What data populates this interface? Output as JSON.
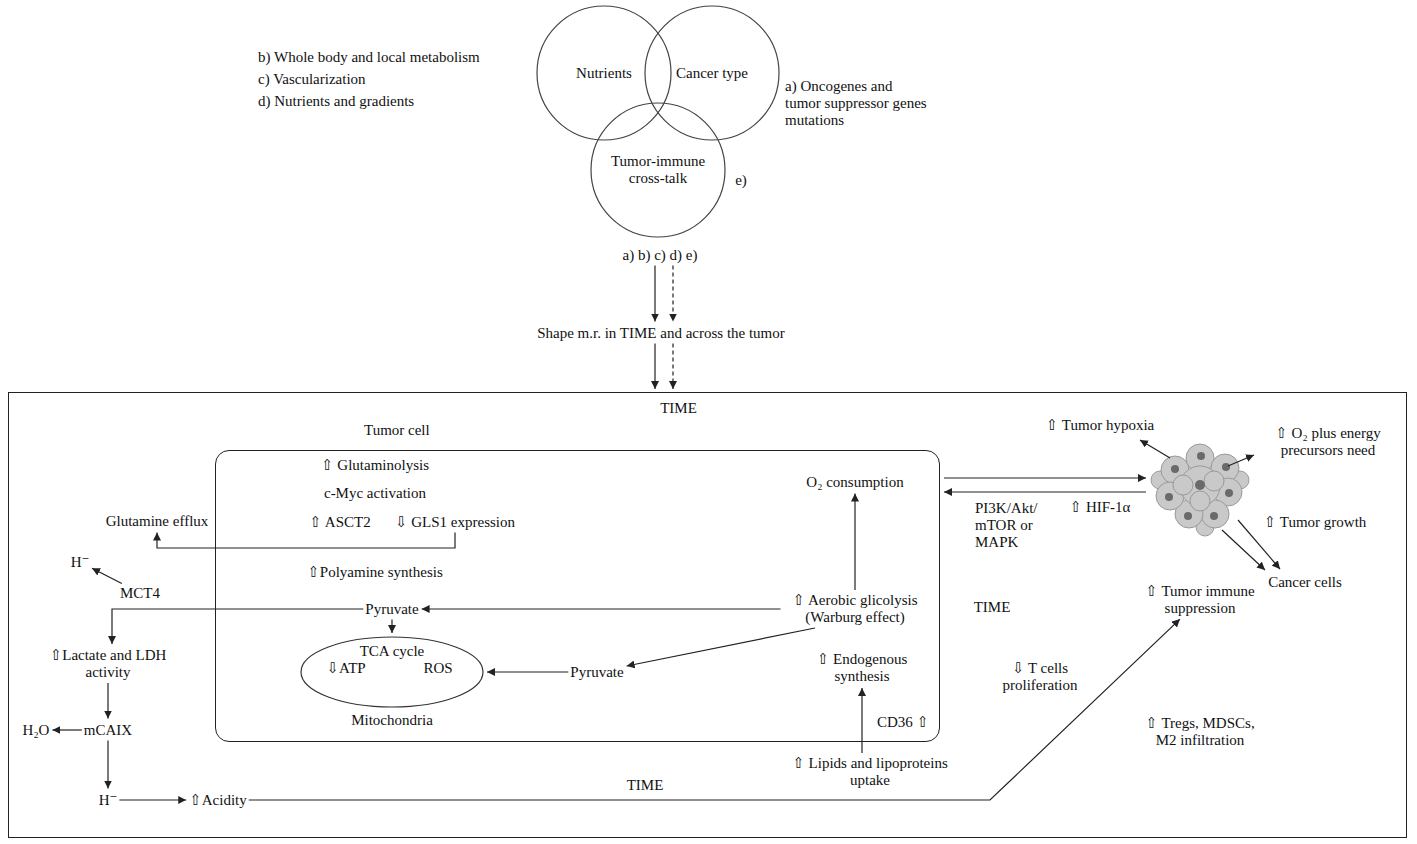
{
  "diagram": {
    "nodes": [
      {
        "text": [
          "Nutrients"
        ]
      },
      {
        "text": [
          "Cancer type"
        ]
      },
      {
        "text": [
          "Tumor-immune cross-talk"
        ]
      },
      {
        "text": [
          "a) b) c) d) e)"
        ]
      },
      {
        "text": [
          "Shape m.r. in TIME and across the tumor"
        ]
      },
      {
        "text": [
          "TIME"
        ]
      },
      {
        "text": [
          "Tumor cell"
        ],
        "in": 5
      },
      {
        "text": [
          "Glutamine efflux"
        ],
        "in": 5
      },
      {
        "text": [
          "⇩ GLS1 expression"
        ],
        "in": 6
      },
      {
        "text": [
          "H⁻"
        ],
        "in": 5
      },
      {
        "text": [
          "MCT4"
        ],
        "in": 5
      },
      {
        "text": [
          "Pyruvate"
        ],
        "in": 6
      },
      {
        "text": [
          "O₂ consumption"
        ],
        "in": 6
      },
      {
        "text": [
          "⇧ Aerobic glicolysis (Warburg effect)"
        ],
        "in": 6
      },
      {
        "text": [
          "⇧Lactate and LDH activity"
        ],
        "in": 5
      },
      {
        "text": [
          "TCA cycle",
          "⇩ATP",
          "ROS",
          "Mitochondria"
        ],
        "in": 6
      },
      {
        "text": [
          "Pyruvate"
        ],
        "in": 6
      },
      {
        "text": [
          "⇧ Endogenous synthesis"
        ],
        "in": 6
      },
      {
        "text": [
          "H₂O"
        ],
        "in": 5
      },
      {
        "text": [
          "mCAIX"
        ],
        "in": 5
      },
      {
        "text": [
          "⇧ Lipids and lipoproteins uptake"
        ],
        "in": 5
      },
      {
        "text": [
          "H⁻"
        ],
        "in": 5
      },
      {
        "text": [
          "⇧Acidity"
        ],
        "in": 5
      },
      {
        "text": [
          "⇧ Tumor immune suppression"
        ],
        "in": 5
      }
    ],
    "edges": [
      {
        "from": 3,
        "to": 4,
        "arrow": "to"
      },
      {
        "from": 3,
        "to": 4,
        "arrow": "to"
      },
      {
        "from": 4,
        "to": 5,
        "arrow": "to"
      },
      {
        "from": 4,
        "to": 5,
        "arrow": "to"
      },
      {
        "from": 8,
        "to": 7,
        "arrow": "to"
      },
      {
        "from": 10,
        "to": 9,
        "arrow": "to"
      },
      {
        "from": 13,
        "to": 11,
        "arrow": "to"
      },
      {
        "from": 11,
        "to": 14,
        "arrow": "to"
      },
      {
        "from": 11,
        "to": 15,
        "arrow": "to"
      },
      {
        "from": 13,
        "to": 12,
        "arrow": "to"
      },
      {
        "from": 13,
        "to": 16,
        "arrow": "to"
      },
      {
        "from": 16,
        "to": 15,
        "arrow": "to"
      },
      {
        "from": 20,
        "to": 17,
        "arrow": "to"
      },
      {
        "from": 14,
        "to": 19,
        "arrow": "to"
      },
      {
        "from": 19,
        "to": 18,
        "arrow": "to"
      },
      {
        "from": 19,
        "to": 21,
        "arrow": "to"
      },
      {
        "from": 21,
        "to": 22,
        "arrow": "to"
      },
      {
        "from": 22,
        "to": 23,
        "arrow": "to"
      }
    ],
    "labels": [
      "b) Whole body and local metabolism",
      "c) Vascularization",
      "d) Nutrients and gradients",
      "a) Oncogenes and tumor suppressor genes mutations",
      "e)",
      "⇧ Glutaminolysis",
      "c-Myc activation",
      "⇧ ASCT2",
      "⇧Polyamine synthesis",
      "CD36 ⇧",
      "TIME",
      "TIME",
      "PI3K/Akt/ mTOR or MAPK",
      "⇧ HIF-1α",
      "⇧ Tumor hypoxia",
      "⇧ O₂ plus energy precursors need",
      "⇧ Tumor growth",
      "Cancer cells",
      "⇩ T cells proliferation",
      "⇧ Tregs, MDSCs, M2 infiltration"
    ]
  }
}
